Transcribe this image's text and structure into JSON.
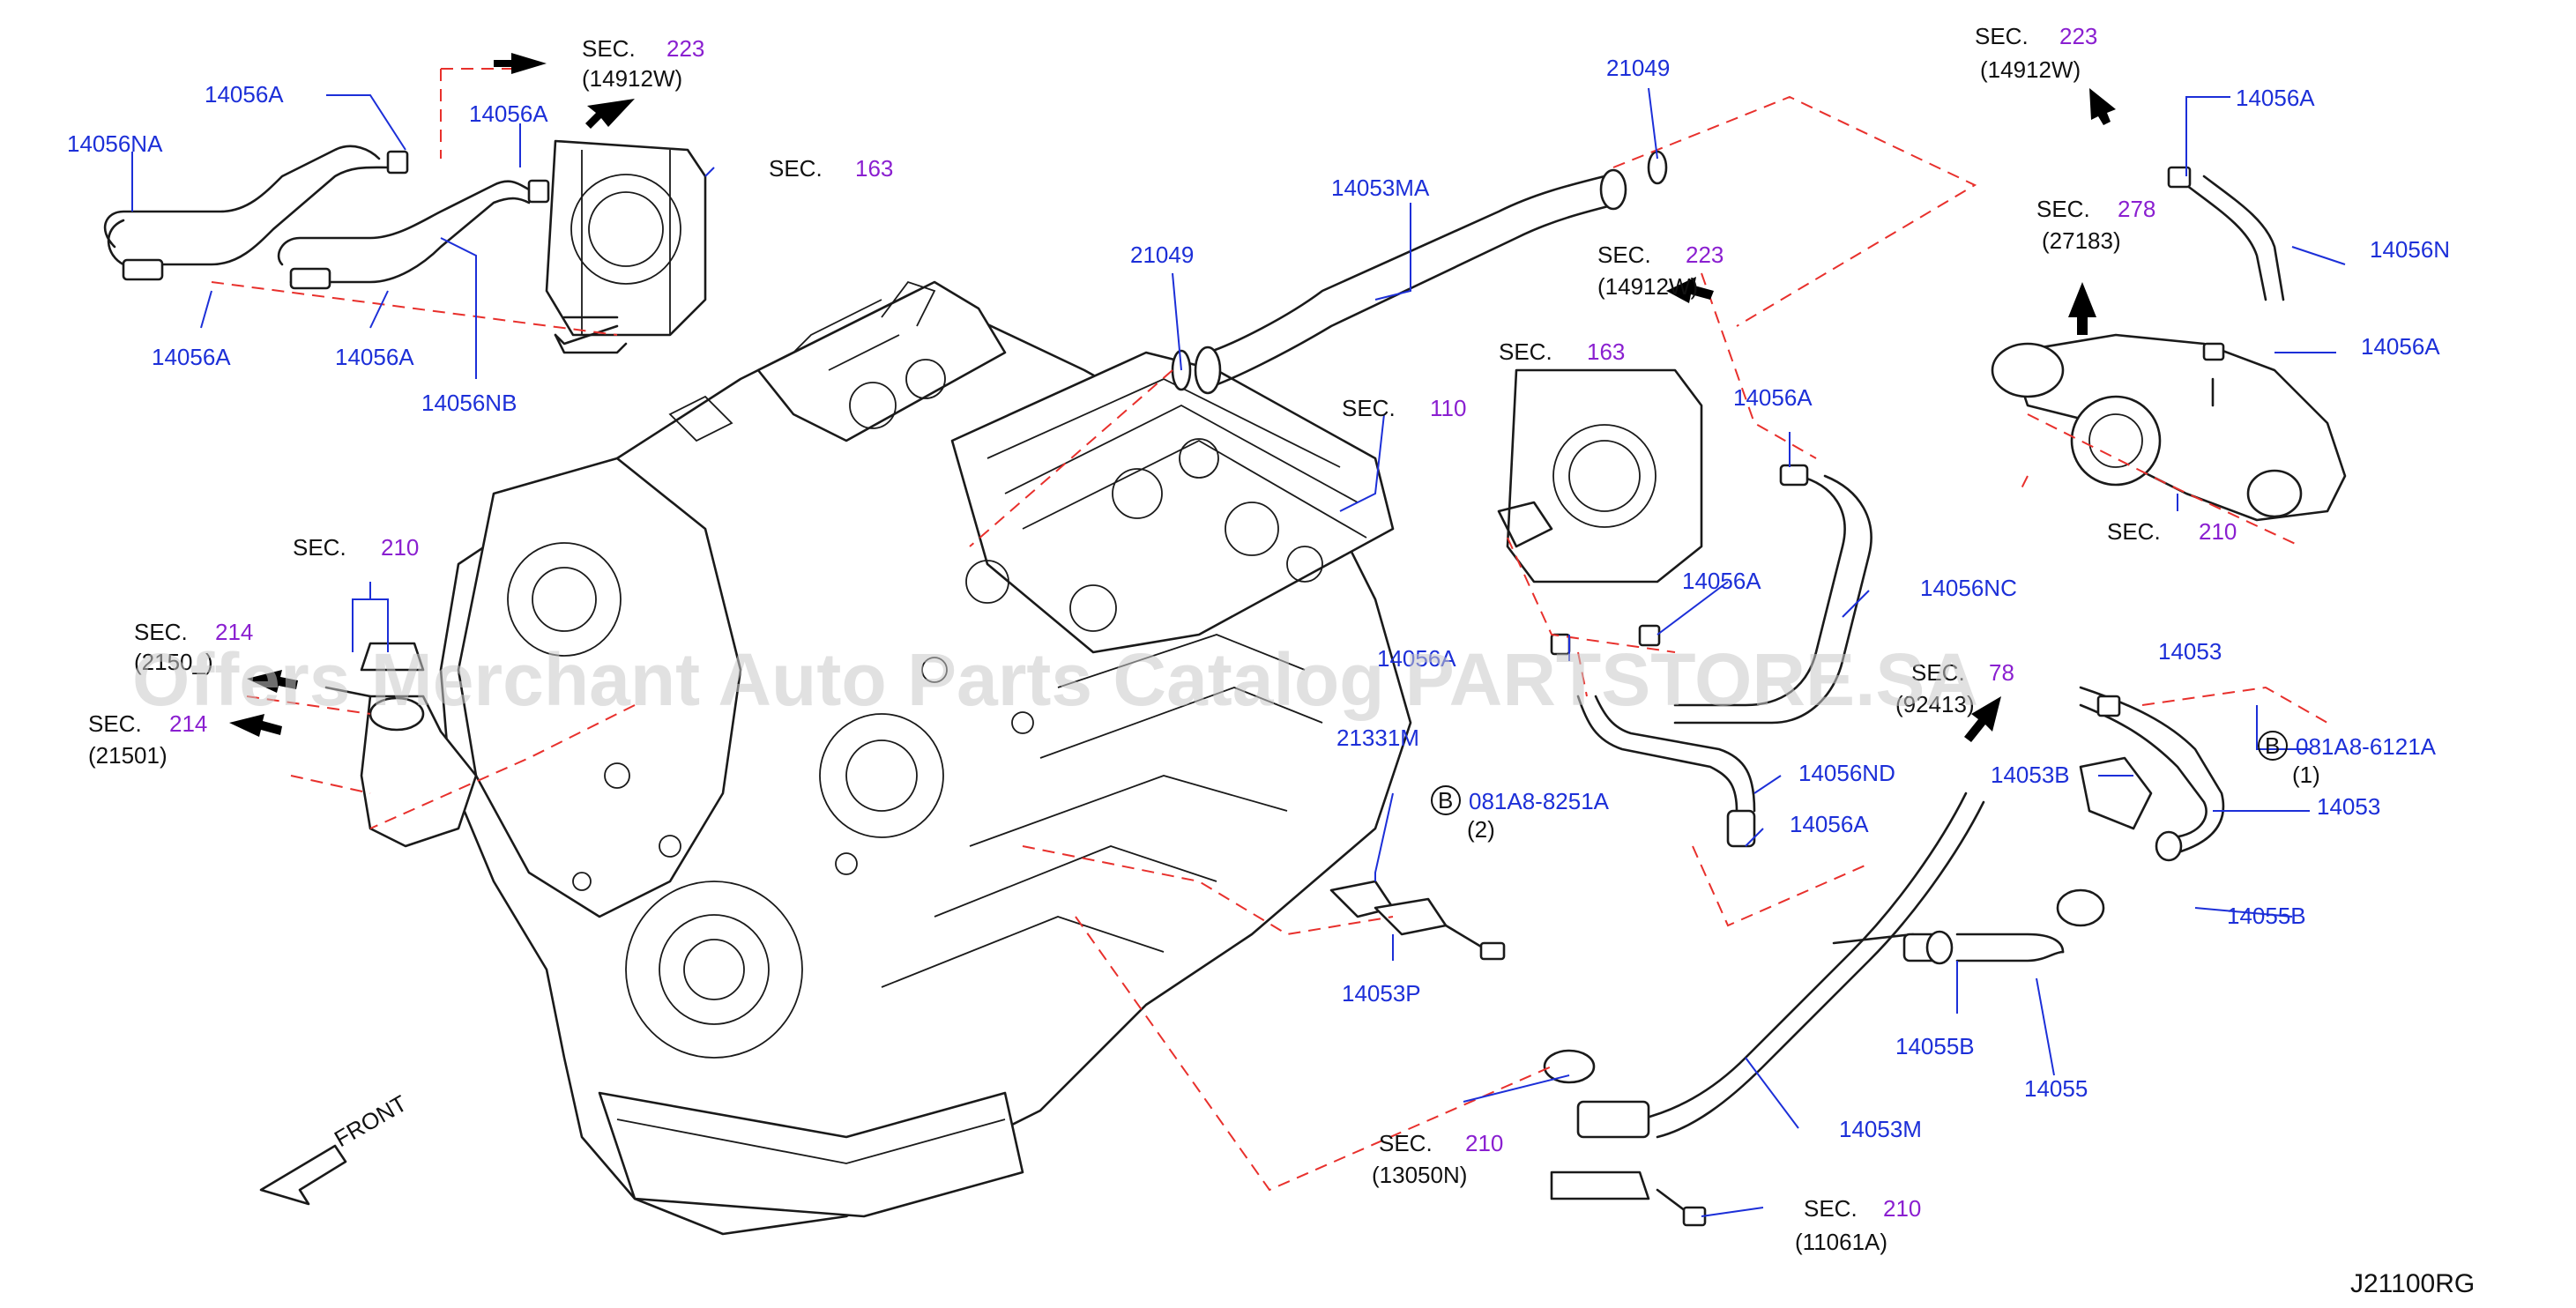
{
  "diagram_code": "J21100RG",
  "watermark": "Offers Merchant Auto Parts Catalog PARTSTORE.SA",
  "front_label": "FRONT",
  "parts": {
    "p14056A_1": "14056A",
    "p14056A_2": "14056A",
    "p14056A_3": "14056A",
    "p14056A_4": "14056A",
    "p14056A_5": "14056A",
    "p14056A_6": "14056A",
    "p14056A_7": "14056A",
    "p14056A_8": "14056A",
    "p14056A_9": "14056A",
    "p14056A_10": "14056A",
    "p14056NA": "14056NA",
    "p14056NB": "14056NB",
    "p14056NC": "14056NC",
    "p14056ND": "14056ND",
    "p14056N": "14056N",
    "p21049_1": "21049",
    "p21049_2": "21049",
    "p14053MA": "14053MA",
    "p14053M": "14053M",
    "p14053P": "14053P",
    "p14053B": "14053B",
    "p14053": "14053",
    "p14055B_1": "14055B",
    "p14055B_2": "14055B",
    "p14055": "14055",
    "p21331M": "21331M",
    "bolt1_code": "081A8-8251A",
    "bolt1_qty": "(2)",
    "bolt2_code": "081A8-6121A",
    "bolt2_qty": "(1)",
    "bolt_circle": "B"
  },
  "sections": {
    "sec_word": "SEC.",
    "s223_top_num": "223",
    "s223_top_sub": "(14912W)",
    "s163_top_num": "163",
    "s223_right_num": "223",
    "s223_right_sub": "(14912W)",
    "s278_num": "278",
    "s278_sub": "(27183)",
    "s223_mid_num": "223",
    "s223_mid_sub": "(14912W)",
    "s163_mid_num": "163",
    "s110_num": "110",
    "s210_right_num": "210",
    "s210_left_num": "210",
    "s214_a_num": "214",
    "s214_a_sub": "(2150_)",
    "s214_b_num": "214",
    "s214_b_sub": "(21501)",
    "s278_b_num": "78",
    "s278_b_sub": "(92413)",
    "s210_low_num": "210",
    "s210_low_sub": "(13050N)",
    "s210_bot_num": "210",
    "s210_bot_sub": "(11061A)",
    "p14056A_partial": "14056A",
    "p14053_partial": "14053"
  },
  "colors": {
    "part_number": "#1c2fd8",
    "section_number": "#8a1fd0",
    "reference_line": "#e8302c",
    "drawing": "#1a1a1a"
  }
}
